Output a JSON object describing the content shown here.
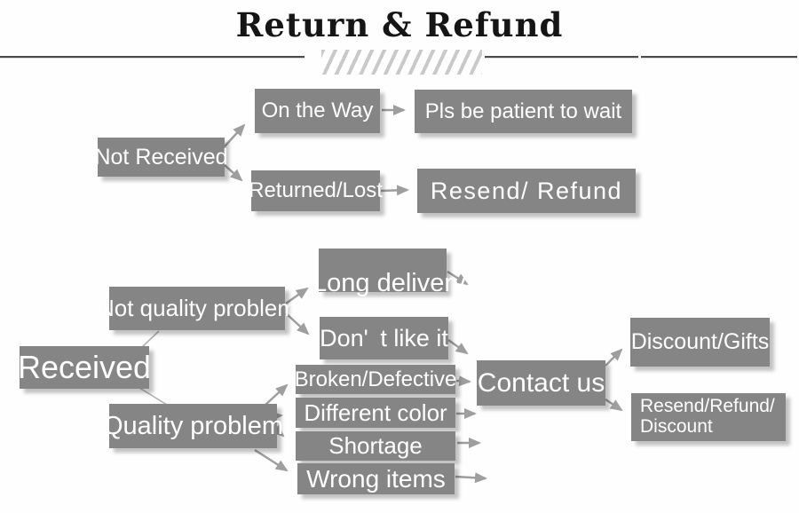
{
  "title": "Return & Refund",
  "colors": {
    "node_bg": "#858585",
    "node_text": "#ffffff",
    "arrow": "#9e9e9e",
    "thin_line": "#b0b0b0",
    "divider": "#4a4a4a",
    "hatch": "#c9c9c9",
    "title_text": "#151515",
    "background": "#fefefe"
  },
  "decorations": {
    "hatch_icon": "diagonal-slashes"
  },
  "not_received_flow": {
    "root": "Not Received",
    "on_the_way": "On the Way",
    "on_the_way_result": "Pls be patient to wait",
    "returned_lost": "Returned/Lost",
    "returned_lost_result": "Resend/ Refund"
  },
  "received_flow": {
    "root": "Received",
    "not_quality_problem": "Not quality problem",
    "long_delivery": "Long delivery",
    "dont_like_it": "Don' t like it",
    "quality_problem": "Quality problem",
    "broken_defective": "Broken/Defective",
    "different_color": "Different color",
    "shortage": "Shortage",
    "wrong_items": "Wrong items",
    "contact_us": "Contact us",
    "discount_gifts": "Discount/Gifts",
    "resend_refund_discount": [
      "Resend/Refund/",
      "Discount"
    ]
  }
}
